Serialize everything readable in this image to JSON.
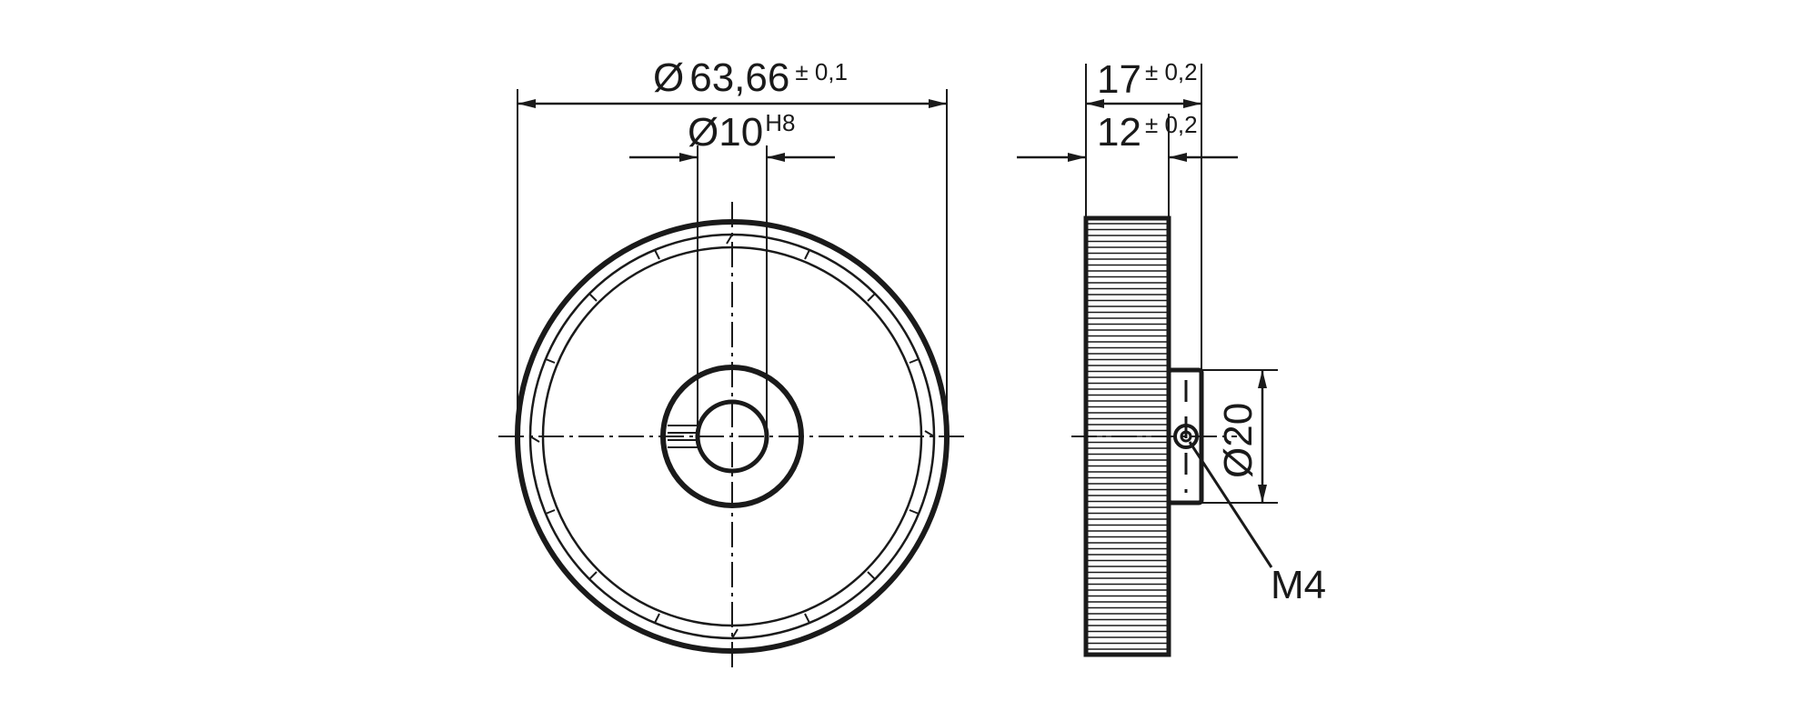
{
  "diagram": {
    "front_view": {
      "outer_diameter": {
        "symbol": "Ø",
        "value": "63,66",
        "tolerance": "± 0,1"
      },
      "bore_diameter": {
        "symbol": "Ø",
        "value": "10",
        "tolerance": "H8"
      }
    },
    "side_view": {
      "total_width": {
        "value": "17",
        "tolerance": "± 0,2"
      },
      "wheel_width": {
        "value": "12",
        "tolerance": "± 0,2"
      },
      "hub_diameter": {
        "symbol": "Ø",
        "value": "20"
      },
      "thread_callout": "M4"
    },
    "colors": {
      "line": "#1a1a1a",
      "background": "#ffffff"
    }
  }
}
